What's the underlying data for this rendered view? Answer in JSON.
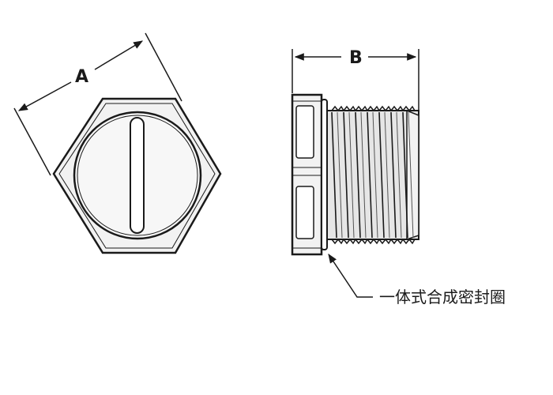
{
  "dimensions": {
    "a_label": "A",
    "b_label": "B"
  },
  "callout": {
    "text": "一体式合成密封圈"
  },
  "colors": {
    "line": "#1a1a1a",
    "fill_light": "#f2f2f2",
    "fill_thread": "#e6e6e6",
    "background": "#ffffff"
  }
}
